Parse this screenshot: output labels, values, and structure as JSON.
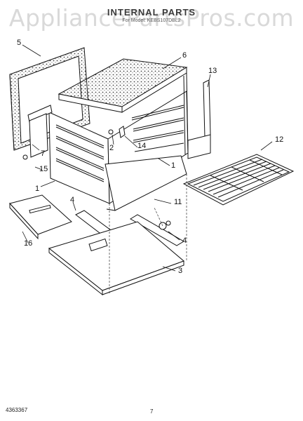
{
  "watermark": "AppliancePartsPros.com",
  "header": {
    "title": "INTERNAL PARTS",
    "subtitle": "For Model: KEBS107DBL2"
  },
  "callouts": [
    {
      "id": "c1a",
      "label": "1"
    },
    {
      "id": "c1b",
      "label": "1"
    },
    {
      "id": "c2",
      "label": "2"
    },
    {
      "id": "c3",
      "label": "3"
    },
    {
      "id": "c4a",
      "label": "4"
    },
    {
      "id": "c4b",
      "label": "4"
    },
    {
      "id": "c5",
      "label": "5"
    },
    {
      "id": "c6",
      "label": "6"
    },
    {
      "id": "c7",
      "label": "7"
    },
    {
      "id": "c11",
      "label": "11"
    },
    {
      "id": "c12",
      "label": "12"
    },
    {
      "id": "c13",
      "label": "13"
    },
    {
      "id": "c14",
      "label": "14"
    },
    {
      "id": "c15",
      "label": "15"
    },
    {
      "id": "c16",
      "label": "16"
    }
  ],
  "footer": {
    "part_number": "4363367",
    "page_number": "7"
  }
}
